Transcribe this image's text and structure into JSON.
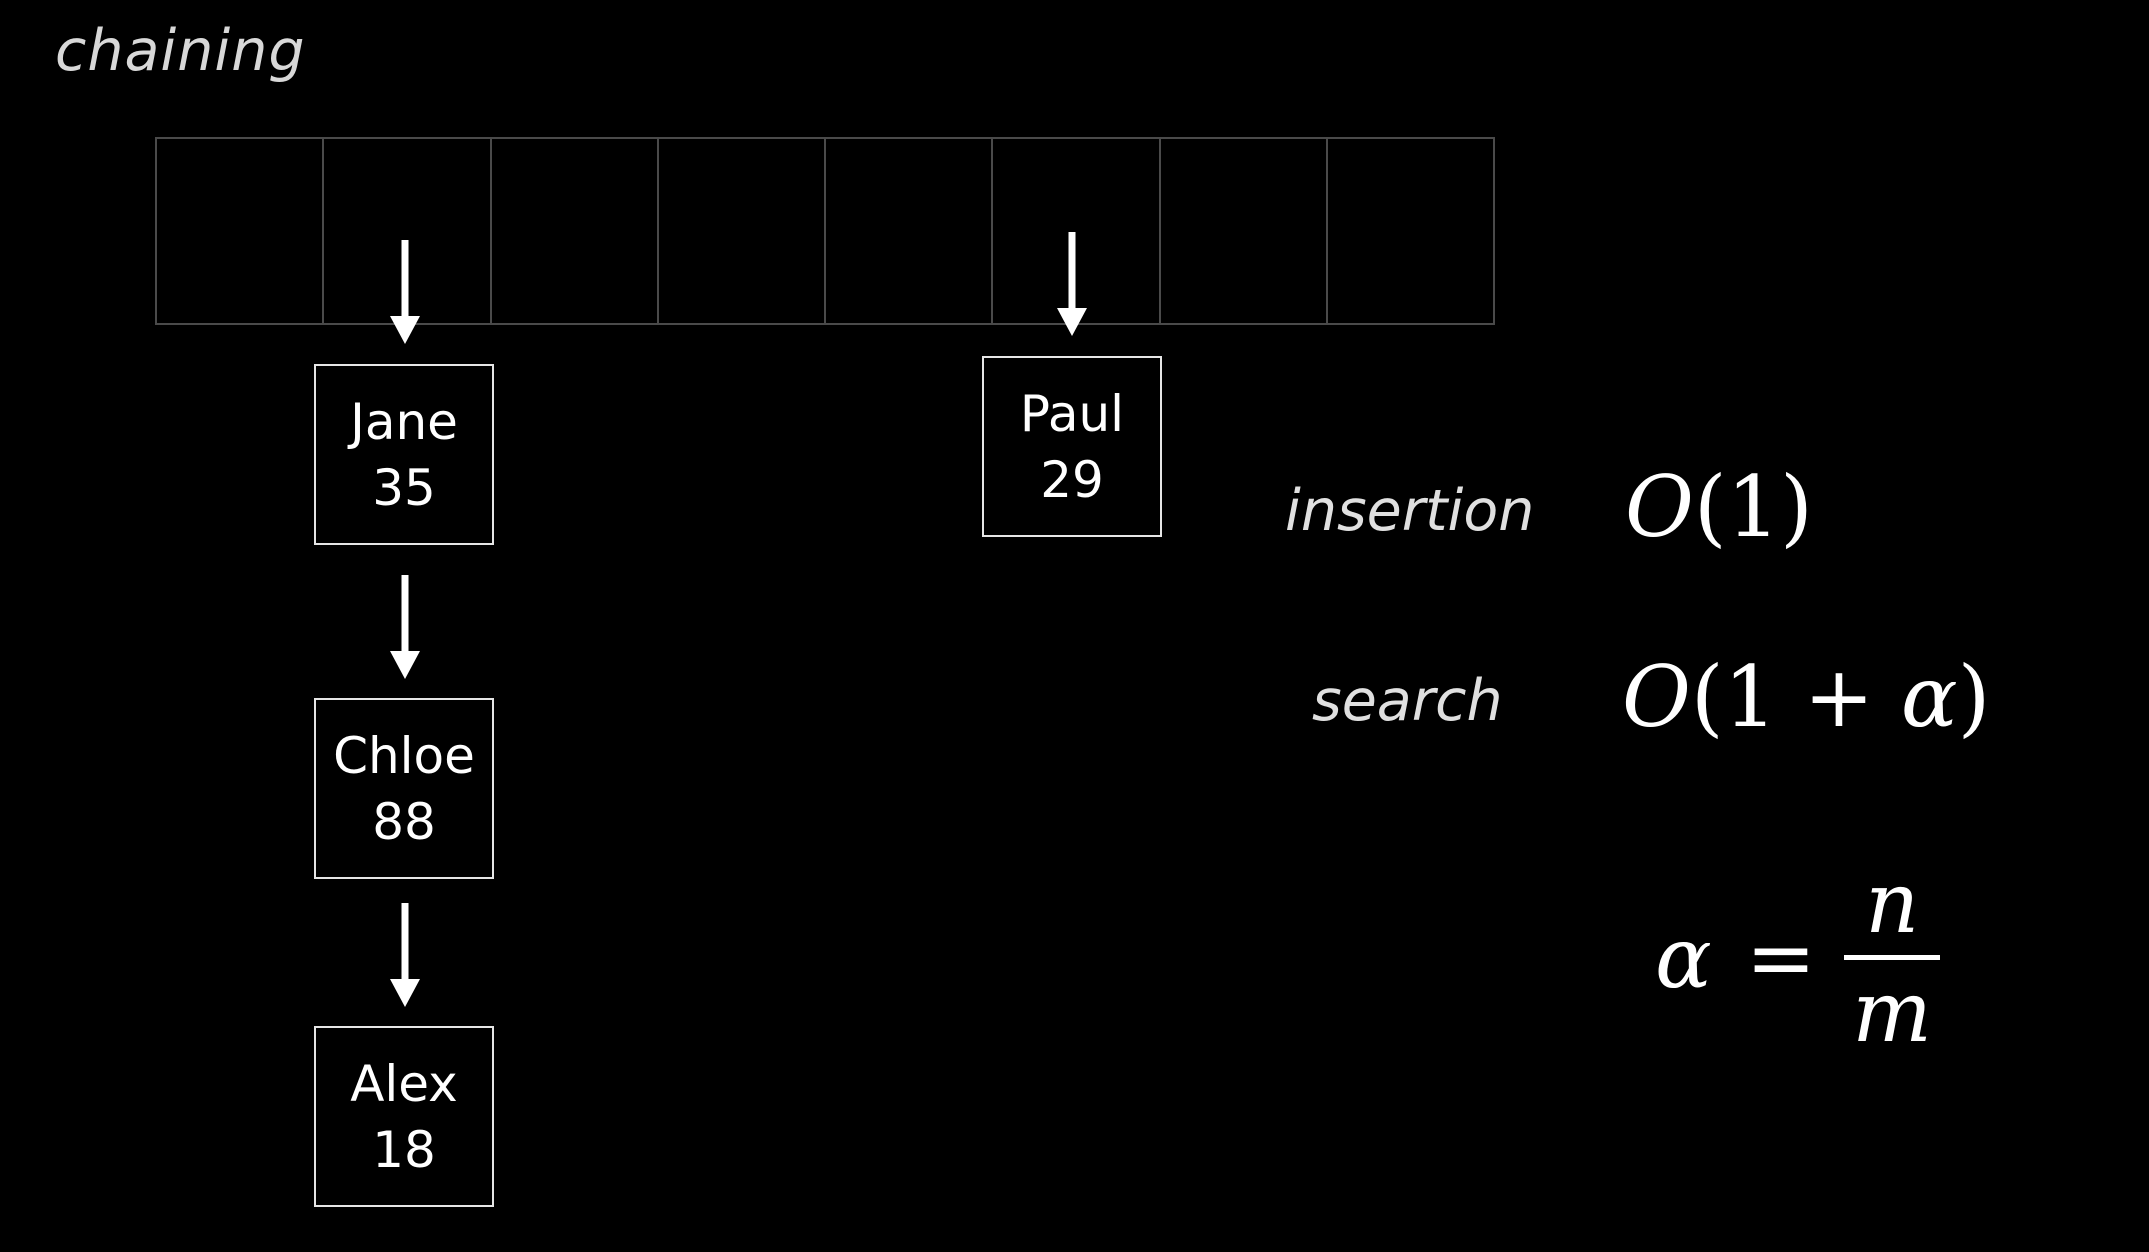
{
  "title": "chaining",
  "hash_table": {
    "slot_count": 8
  },
  "chains": {
    "slot_1": [
      {
        "name": "Jane",
        "value": "35"
      },
      {
        "name": "Chloe",
        "value": "88"
      },
      {
        "name": "Alex",
        "value": "18"
      }
    ],
    "slot_5": [
      {
        "name": "Paul",
        "value": "29"
      }
    ]
  },
  "complexity": {
    "insertion_label": "insertion",
    "insertion_formula": {
      "O": "O",
      "body": "(1)"
    },
    "search_label": "search",
    "search_formula": {
      "O": "O",
      "open": "(1 + ",
      "alpha": "α",
      "close": ")"
    },
    "load_factor": {
      "alpha": "α",
      "equals": "=",
      "numerator": "n",
      "denominator": "m"
    }
  },
  "colors": {
    "background": "#000000",
    "foreground": "#ffffff",
    "table_border": "#4a4a4a"
  }
}
